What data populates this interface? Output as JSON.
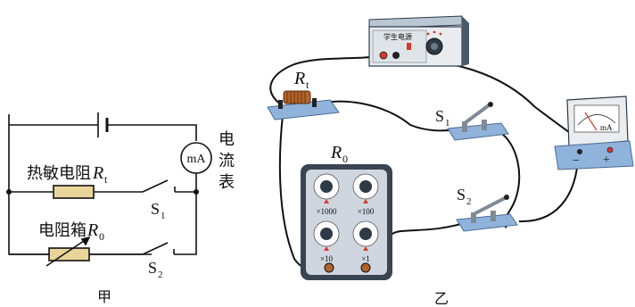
{
  "left_diagram": {
    "caption": "甲",
    "thermistor_label": "热敏电阻",
    "thermistor_symbol": "R",
    "thermistor_sub": "t",
    "resbox_label": "电阻箱",
    "resbox_symbol": "R",
    "resbox_sub": "0",
    "meter_unit": "mA",
    "meter_caption_1": "电",
    "meter_caption_2": "流",
    "meter_caption_3": "表",
    "switch1_symbol": "S",
    "switch1_sub": "1",
    "switch2_symbol": "S",
    "switch2_sub": "2"
  },
  "right_diagram": {
    "caption": "乙",
    "power_supply_label": "学生电源",
    "thermistor_symbol": "R",
    "thermistor_sub": "t",
    "resbox_symbol": "R",
    "resbox_sub": "0",
    "dial_multipliers": [
      "×1000",
      "×100",
      "×10",
      "×1"
    ],
    "switch1_symbol": "S",
    "switch1_sub": "1",
    "switch2_symbol": "S",
    "switch2_sub": "2",
    "ammeter_unit": "mA",
    "ammeter_minus": "−",
    "ammeter_plus": "+"
  },
  "colors": {
    "line": "#111111",
    "panel_blue": "#8fb3db",
    "panel_edge": "#4a6c96",
    "resbox_body": "#cfd6df",
    "accent_red": "#d83a2a",
    "resistor_fill": "#e9d59a",
    "coil": "#b0632a"
  }
}
